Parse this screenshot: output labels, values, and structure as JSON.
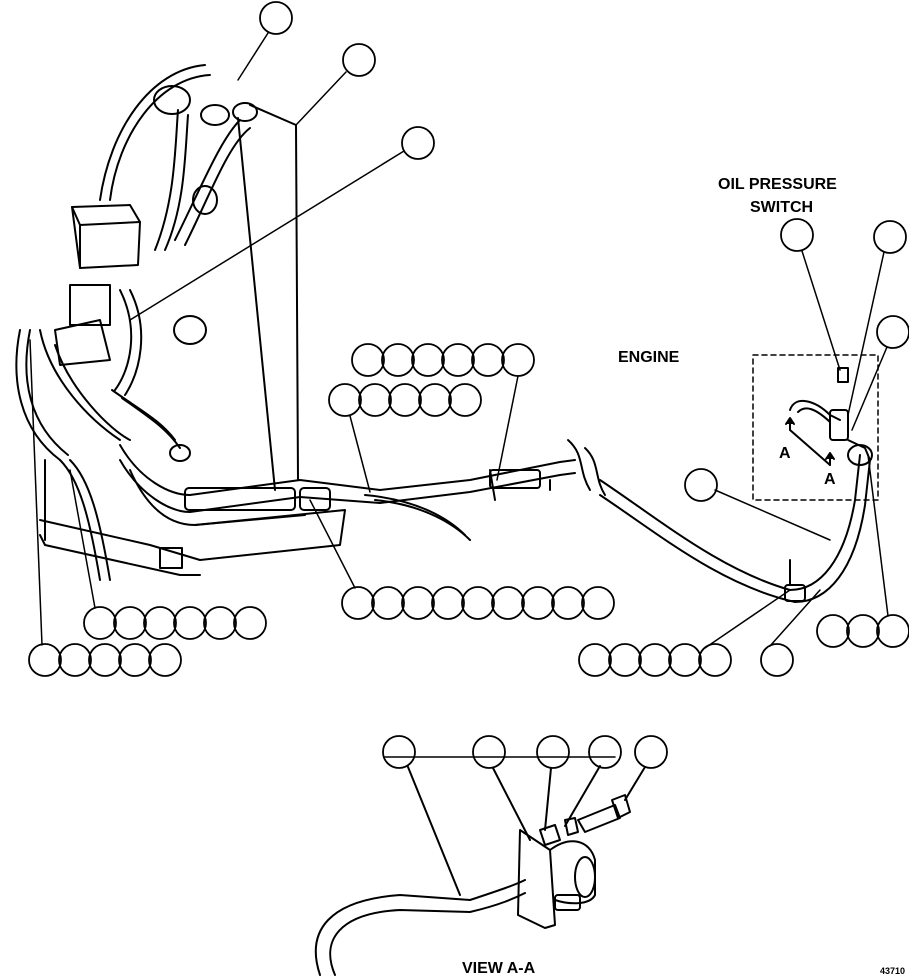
{
  "labels": {
    "oil_pressure_line1": "OIL PRESSURE",
    "oil_pressure_line2": "SWITCH",
    "engine": "ENGINE",
    "section_a_left": "A",
    "section_a_right": "A",
    "view_title": "VIEW A-A",
    "figure_number": "43710"
  },
  "colors": {
    "ink": "#000000",
    "paper": "#ffffff"
  }
}
